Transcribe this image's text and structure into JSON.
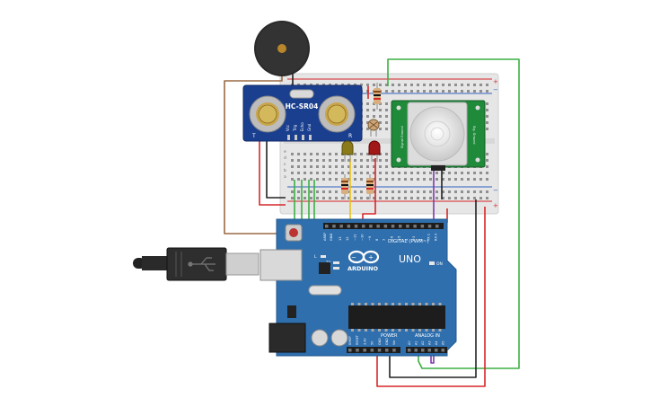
{
  "sensor": {
    "model": "HC-SR04",
    "pin_vcc": "Vcc",
    "pin_trig": "Trig",
    "pin_echo": "Echo",
    "pin_gnd": "Gnd",
    "left_mark": "T",
    "right_mark": "R"
  },
  "pir": {
    "side_left": "Signal Ground",
    "side_right": "Sig. Ground"
  },
  "arduino": {
    "brand": "ARDUINO",
    "model": "UNO",
    "digital_label": "DIGITAL (PWM~)",
    "power_label": "POWER",
    "analog_label": "ANALOG IN",
    "on_label": "ON",
    "tx_label": "TX",
    "rx_label": "RX",
    "l_label": "L",
    "aref": "AREF",
    "gnd": "GND",
    "digital_pins": [
      "13",
      "12",
      "~11",
      "~10",
      "~9",
      "8",
      "7",
      "~6",
      "~5",
      "4",
      "~3",
      "2",
      "TX 1",
      "RX 0"
    ],
    "power_pins": [
      "IOREF",
      "RESET",
      "3.3V",
      "5V",
      "GND",
      "GND",
      "Vin"
    ],
    "analog_pins": [
      "A0",
      "A1",
      "A2",
      "A3",
      "A4",
      "A5"
    ]
  },
  "breadboard": {
    "row_letters_top": [
      "j",
      "i",
      "h",
      "g",
      "f"
    ],
    "row_letters_bottom": [
      "e",
      "d",
      "c",
      "b",
      "a"
    ],
    "plus": "+",
    "minus": "−"
  },
  "colors": {
    "board": "#2f6fae",
    "sensor_board": "#1b3f8f",
    "pir_board": "#1e8a3a",
    "breadboard": "#e8e8e8",
    "wire_red": "#d62728",
    "wire_black": "#222222",
    "wire_green": "#3cb043",
    "wire_brown": "#9b6a45",
    "wire_yellow": "#e8c21a",
    "wire_purple": "#7d3ca8"
  }
}
